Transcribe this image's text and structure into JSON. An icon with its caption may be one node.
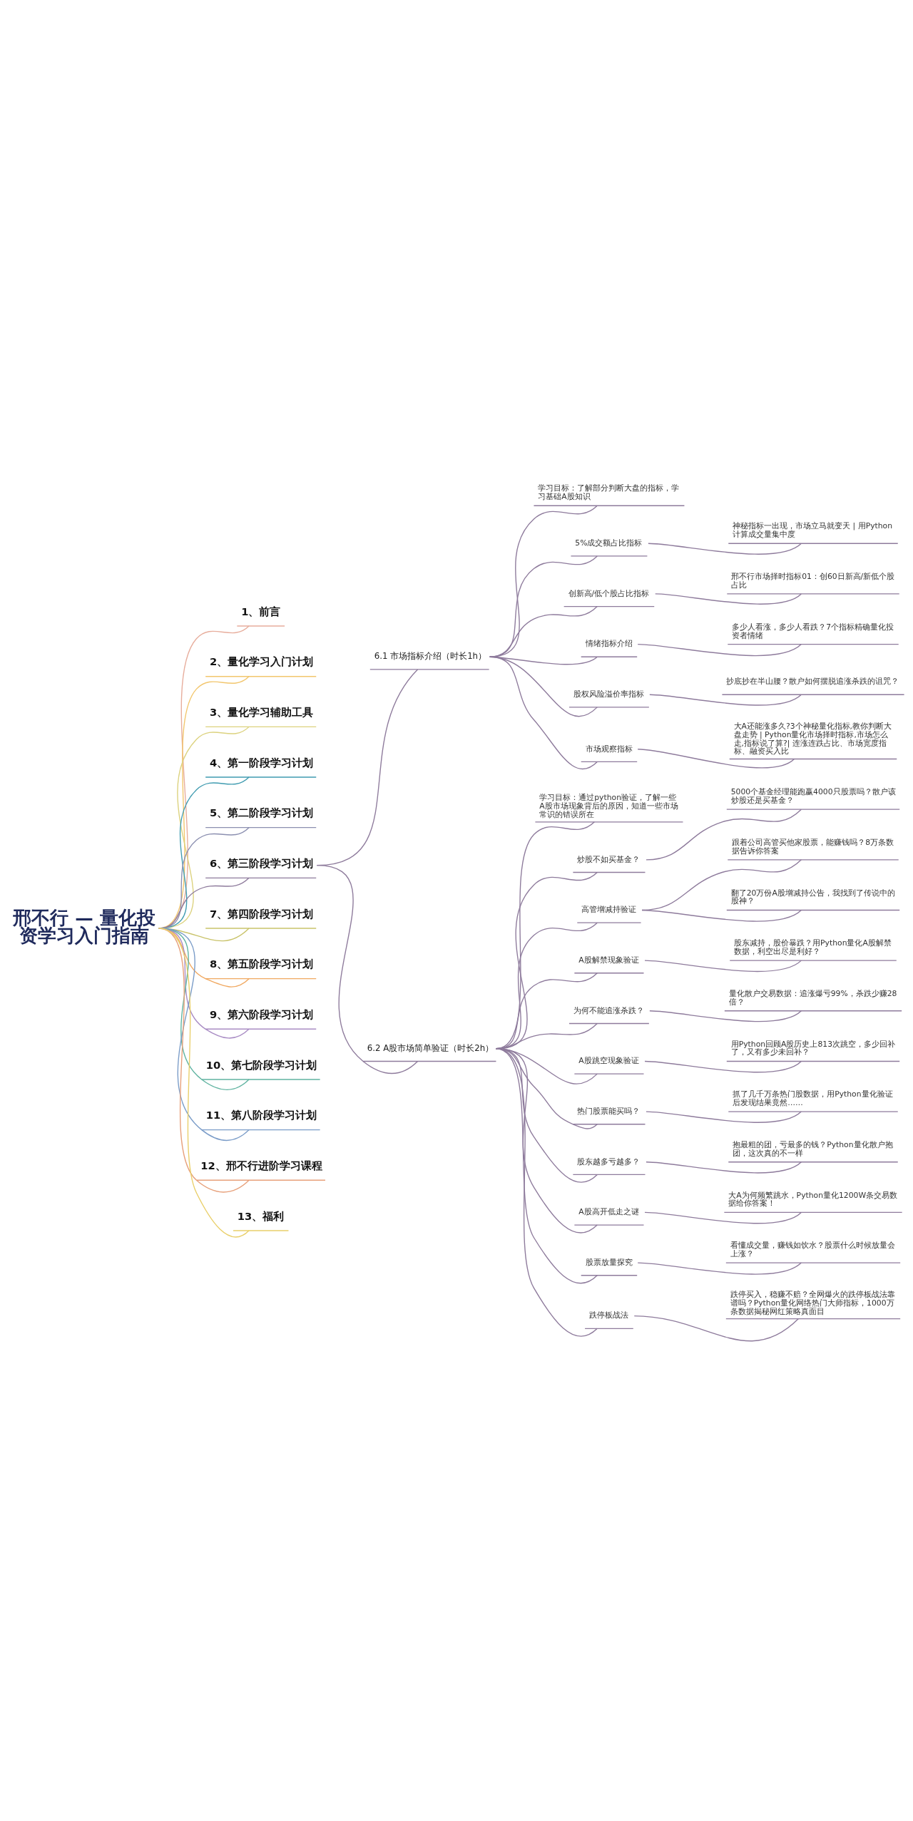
{
  "diagram": {
    "nodes": [
      {
        "text": [
          "邢不行 — 量化投资学习入门指南"
        ]
      },
      {
        "text": [
          "1、前言"
        ]
      },
      {
        "text": [
          "2、量化学习入门计划"
        ]
      },
      {
        "text": [
          "3、量化学习辅助工具"
        ]
      },
      {
        "text": [
          "4、第一阶段学习计划"
        ]
      },
      {
        "text": [
          "5、第二阶段学习计划"
        ]
      },
      {
        "text": [
          "6、第三阶段学习计划"
        ]
      },
      {
        "text": [
          "6.1 市场指标介绍（时长1h）"
        ]
      },
      {
        "text": [
          "学习目标：了解部分判断大盘的指标，学习基础A股知识"
        ]
      },
      {
        "text": [
          "5%成交额占比指标"
        ]
      },
      {
        "text": [
          "神秘指标一出现，市场立马就变天 | 用Python计算成交量集中度"
        ]
      },
      {
        "text": [
          "创新高/低个股占比指标"
        ]
      },
      {
        "text": [
          "邢不行市场择时指标01：创60日新高/新低个股占比"
        ]
      },
      {
        "text": [
          "情绪指标介绍"
        ]
      },
      {
        "text": [
          "多少人看涨，多少人看跌？7个指标精确量化投资者情绪"
        ]
      },
      {
        "text": [
          "股权风险溢价率指标"
        ]
      },
      {
        "text": [
          "抄底抄在半山腰？散户如何摆脱追涨杀跌的诅咒？"
        ]
      },
      {
        "text": [
          "市场观察指标"
        ]
      },
      {
        "text": [
          "大A还能涨多久?3个神秘量化指标,教你判断大盘走势 | Python量化市场择时指标,市场怎么走,指标说了算?| 连涨连跌占比、市场宽度指标、融资买入比"
        ]
      },
      {
        "text": [
          "6.2 A股市场简单验证（时长2h）"
        ]
      },
      {
        "text": [
          "学习目标：通过python验证，了解一些A股市场现象背后的原因，知道一些市场常识的错误所在"
        ]
      },
      {
        "text": [
          "炒股不如买基金？"
        ]
      },
      {
        "text": [
          "5000个基金经理能跑赢4000只股票吗？散户该炒股还是买基金？"
        ]
      },
      {
        "text": [
          "高管增减持验证"
        ]
      },
      {
        "text": [
          "跟着公司高管买他家股票，能赚钱吗？8万条数据告诉你答案"
        ]
      },
      {
        "text": [
          "翻了20万份A股增减持公告，我找到了传说中的股神？"
        ]
      },
      {
        "text": [
          "A股解禁现象验证"
        ]
      },
      {
        "text": [
          "股东减持，股价暴跌？用Python量化A股解禁数据，利空出尽是利好？"
        ]
      },
      {
        "text": [
          "为何不能追涨杀跌？"
        ]
      },
      {
        "text": [
          "量化散户交易数据：追涨爆亏99%，杀跌少赚28倍？"
        ]
      },
      {
        "text": [
          "A股跳空现象验证"
        ]
      },
      {
        "text": [
          "用Python回顾A股历史上813次跳空，多少回补了，又有多少未回补？"
        ]
      },
      {
        "text": [
          "热门股票能买吗？"
        ]
      },
      {
        "text": [
          "抓了几千万条热门股数据，用Python量化验证后发现结果竟然……"
        ]
      },
      {
        "text": [
          "股东越多亏越多？"
        ]
      },
      {
        "text": [
          "抱最粗的团，亏最多的钱？Python量化散户抱团，这次真的不一样"
        ]
      },
      {
        "text": [
          "A股高开低走之谜"
        ]
      },
      {
        "text": [
          "大A为何频繁跳水，Python量化1200W条交易数据给你答案！"
        ]
      },
      {
        "text": [
          "股票放量探究"
        ]
      },
      {
        "text": [
          "看懂成交量，赚钱如饮水？股票什么时候放量会上涨？"
        ]
      },
      {
        "text": [
          "跌停板战法"
        ]
      },
      {
        "text": [
          "跌停买入，稳赚不赔？全网爆火的跌停板战法靠谱吗？Python量化网络热门大师指标，1000万条数据揭秘网红策略真面目"
        ]
      },
      {
        "text": [
          "7、第四阶段学习计划"
        ]
      },
      {
        "text": [
          "8、第五阶段学习计划"
        ]
      },
      {
        "text": [
          "9、第六阶段学习计划"
        ]
      },
      {
        "text": [
          "10、第七阶段学习计划"
        ]
      },
      {
        "text": [
          "11、第八阶段学习计划"
        ]
      },
      {
        "text": [
          "12、邢不行进阶学习课程"
        ]
      },
      {
        "text": [
          "13、福利"
        ]
      }
    ],
    "edges": [
      {
        "from": 0,
        "to": 1,
        "arrow": "none",
        "color": "#e7ad9c"
      },
      {
        "from": 0,
        "to": 2,
        "arrow": "none",
        "color": "#f2c66d"
      },
      {
        "from": 0,
        "to": 3,
        "arrow": "none",
        "color": "#dcd27e"
      },
      {
        "from": 0,
        "to": 4,
        "arrow": "none",
        "color": "#3f9bb0"
      },
      {
        "from": 0,
        "to": 5,
        "arrow": "none",
        "color": "#8b8fb0"
      },
      {
        "from": 0,
        "to": 6,
        "arrow": "none"
      },
      {
        "from": 6,
        "to": 7,
        "arrow": "none"
      },
      {
        "from": 7,
        "to": 8,
        "arrow": "none"
      },
      {
        "from": 7,
        "to": 9,
        "arrow": "none"
      },
      {
        "from": 9,
        "to": 10,
        "arrow": "none"
      },
      {
        "from": 7,
        "to": 11,
        "arrow": "none"
      },
      {
        "from": 11,
        "to": 12,
        "arrow": "none"
      },
      {
        "from": 7,
        "to": 13,
        "arrow": "none"
      },
      {
        "from": 13,
        "to": 14,
        "arrow": "none"
      },
      {
        "from": 7,
        "to": 15,
        "arrow": "none"
      },
      {
        "from": 15,
        "to": 16,
        "arrow": "none"
      },
      {
        "from": 7,
        "to": 17,
        "arrow": "none"
      },
      {
        "from": 17,
        "to": 18,
        "arrow": "none"
      },
      {
        "from": 6,
        "to": 19,
        "arrow": "none"
      },
      {
        "from": 19,
        "to": 20,
        "arrow": "none"
      },
      {
        "from": 19,
        "to": 21,
        "arrow": "none"
      },
      {
        "from": 21,
        "to": 22,
        "arrow": "none"
      },
      {
        "from": 19,
        "to": 23,
        "arrow": "none"
      },
      {
        "from": 23,
        "to": 24,
        "arrow": "none"
      },
      {
        "from": 23,
        "to": 25,
        "arrow": "none"
      },
      {
        "from": 19,
        "to": 26,
        "arrow": "none"
      },
      {
        "from": 26,
        "to": 27,
        "arrow": "none"
      },
      {
        "from": 19,
        "to": 28,
        "arrow": "none"
      },
      {
        "from": 28,
        "to": 29,
        "arrow": "none"
      },
      {
        "from": 19,
        "to": 30,
        "arrow": "none"
      },
      {
        "from": 30,
        "to": 31,
        "arrow": "none"
      },
      {
        "from": 19,
        "to": 32,
        "arrow": "none"
      },
      {
        "from": 32,
        "to": 33,
        "arrow": "none"
      },
      {
        "from": 19,
        "to": 34,
        "arrow": "none"
      },
      {
        "from": 34,
        "to": 35,
        "arrow": "none"
      },
      {
        "from": 19,
        "to": 36,
        "arrow": "none"
      },
      {
        "from": 36,
        "to": 37,
        "arrow": "none"
      },
      {
        "from": 19,
        "to": 38,
        "arrow": "none"
      },
      {
        "from": 38,
        "to": 39,
        "arrow": "none"
      },
      {
        "from": 19,
        "to": 40,
        "arrow": "none"
      },
      {
        "from": 40,
        "to": 41,
        "arrow": "none"
      },
      {
        "from": 0,
        "to": 42,
        "arrow": "none",
        "color": "#c9c36a"
      },
      {
        "from": 0,
        "to": 43,
        "arrow": "none",
        "color": "#f0a860"
      },
      {
        "from": 0,
        "to": 44,
        "arrow": "none",
        "color": "#a98cc4"
      },
      {
        "from": 0,
        "to": 45,
        "arrow": "none",
        "color": "#5fb3a0"
      },
      {
        "from": 0,
        "to": 46,
        "arrow": "none",
        "color": "#7a9cc8"
      },
      {
        "from": 0,
        "to": 47,
        "arrow": "none",
        "color": "#e7a07a"
      },
      {
        "from": 0,
        "to": 48,
        "arrow": "none",
        "color": "#e9cf6a"
      }
    ]
  }
}
